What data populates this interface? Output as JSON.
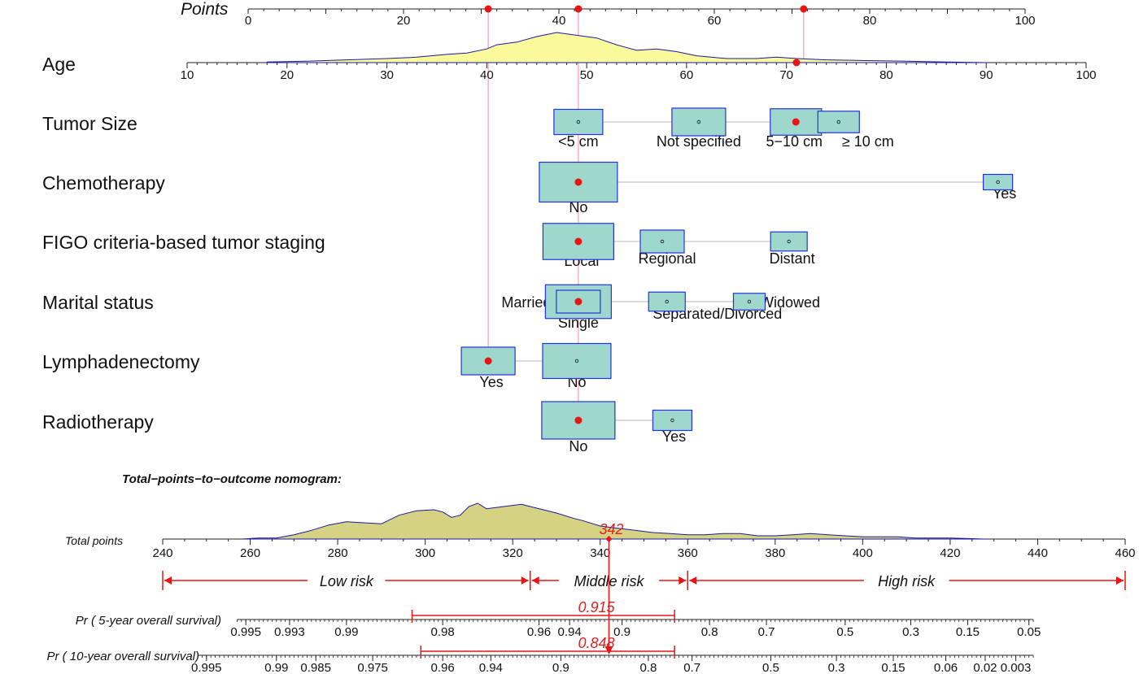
{
  "chart_data": {
    "type": "nomogram",
    "points_label": "Points",
    "points_axis": {
      "range": [
        0,
        100
      ],
      "ticks": [
        0,
        20,
        40,
        60,
        80,
        100
      ]
    },
    "variables": [
      {
        "name": "Age",
        "kind": "continuous",
        "axis_range": [
          10,
          100
        ],
        "ticks": [
          10,
          20,
          30,
          40,
          50,
          60,
          70,
          80,
          90,
          100
        ],
        "density": [
          [
            18,
            1
          ],
          [
            22,
            2
          ],
          [
            26,
            4
          ],
          [
            30,
            6
          ],
          [
            33,
            8
          ],
          [
            36,
            12
          ],
          [
            38,
            14
          ],
          [
            40,
            20
          ],
          [
            41,
            26
          ],
          [
            43,
            30
          ],
          [
            45,
            38
          ],
          [
            47,
            44
          ],
          [
            49,
            40
          ],
          [
            51,
            36
          ],
          [
            53,
            26
          ],
          [
            55,
            18
          ],
          [
            57,
            20
          ],
          [
            59,
            16
          ],
          [
            61,
            10
          ],
          [
            64,
            6
          ],
          [
            67,
            6
          ],
          [
            69,
            8
          ],
          [
            71,
            6
          ],
          [
            74,
            4
          ],
          [
            78,
            3
          ],
          [
            82,
            2
          ],
          [
            86,
            1
          ],
          [
            90,
            0
          ]
        ],
        "selected_value": 71
      },
      {
        "name": "Tumor Size",
        "kind": "categorical",
        "categories": [
          {
            "label": "<5 cm",
            "points": 42.5,
            "weight": 0.7
          },
          {
            "label": "Not specified",
            "points": 58,
            "weight": 0.8
          },
          {
            "label": "5−10 cm",
            "points": 70.5,
            "weight": 0.75
          },
          {
            "label": "≥ 10 cm",
            "points": 76,
            "weight": 0.55
          }
        ],
        "selected": "5−10 cm"
      },
      {
        "name": "Chemotherapy",
        "kind": "categorical",
        "categories": [
          {
            "label": "No",
            "points": 42.5,
            "weight": 1.3
          },
          {
            "label": "Yes",
            "points": 96.5,
            "weight": 0.3
          }
        ],
        "selected": "No"
      },
      {
        "name": "FIGO criteria-based tumor staging",
        "kind": "categorical",
        "categories": [
          {
            "label": "Local",
            "points": 42.5,
            "weight": 1.15
          },
          {
            "label": "Regional",
            "points": 53.3,
            "weight": 0.6
          },
          {
            "label": "Distant",
            "points": 69.6,
            "weight": 0.45
          }
        ],
        "selected": "Local"
      },
      {
        "name": "Marital status",
        "kind": "categorical",
        "categories": [
          {
            "label": "Married",
            "points": 42.5,
            "weight": 0.6
          },
          {
            "label": "Single",
            "points": 42.5,
            "weight": 1.05
          },
          {
            "label": "Separated/Divorced",
            "points": 53.9,
            "weight": 0.45
          },
          {
            "label": "Widowed",
            "points": 64.5,
            "weight": 0.35
          }
        ],
        "selected": "Married"
      },
      {
        "name": "Lymphadenectomy",
        "kind": "categorical",
        "categories": [
          {
            "label": "Yes",
            "points": 30.9,
            "weight": 0.8
          },
          {
            "label": "No",
            "points": 42.3,
            "weight": 1.1
          }
        ],
        "selected": "Yes"
      },
      {
        "name": "Radiotherapy",
        "kind": "categorical",
        "categories": [
          {
            "label": "No",
            "points": 42.5,
            "weight": 1.2
          },
          {
            "label": "Yes",
            "points": 54.6,
            "weight": 0.5
          }
        ],
        "selected": "No"
      }
    ],
    "selected_points": [
      30.9,
      42.5,
      71.5
    ],
    "subtitle": "Total−points−to−outcome nomogram:",
    "total_points": {
      "label": "Total points",
      "range": [
        240,
        460
      ],
      "ticks": [
        240,
        260,
        280,
        300,
        320,
        340,
        360,
        380,
        400,
        420,
        440,
        460
      ],
      "density": [
        [
          258,
          0
        ],
        [
          262,
          1
        ],
        [
          266,
          1
        ],
        [
          270,
          4
        ],
        [
          274,
          8
        ],
        [
          278,
          13
        ],
        [
          282,
          16
        ],
        [
          286,
          15
        ],
        [
          290,
          14
        ],
        [
          294,
          22
        ],
        [
          298,
          26
        ],
        [
          302,
          27
        ],
        [
          304,
          25
        ],
        [
          306,
          20
        ],
        [
          308,
          22
        ],
        [
          310,
          30
        ],
        [
          312,
          33
        ],
        [
          314,
          28
        ],
        [
          318,
          30
        ],
        [
          322,
          32
        ],
        [
          324,
          30
        ],
        [
          330,
          24
        ],
        [
          334,
          19
        ],
        [
          336,
          17
        ],
        [
          340,
          12
        ],
        [
          344,
          10
        ],
        [
          348,
          8
        ],
        [
          352,
          6
        ],
        [
          356,
          5
        ],
        [
          360,
          4
        ],
        [
          364,
          4
        ],
        [
          368,
          5
        ],
        [
          372,
          5
        ],
        [
          376,
          3
        ],
        [
          380,
          3
        ],
        [
          384,
          4
        ],
        [
          388,
          5
        ],
        [
          392,
          4
        ],
        [
          396,
          3
        ],
        [
          400,
          2
        ],
        [
          404,
          2
        ],
        [
          408,
          2
        ],
        [
          412,
          1
        ],
        [
          420,
          1
        ],
        [
          428,
          0
        ]
      ],
      "value": 342,
      "value_label": "342"
    },
    "risk_groups": [
      {
        "label": "Low risk",
        "from": 240,
        "to": 324
      },
      {
        "label": "Middle risk",
        "from": 324,
        "to": 360
      },
      {
        "label": "High risk",
        "from": 360,
        "to": 460
      }
    ],
    "survival_axes": [
      {
        "label": "Pr ( 5-year overall survival)",
        "tick_labels": [
          {
            "text": "0.995",
            "at": 259
          },
          {
            "text": "0.993",
            "at": 269
          },
          {
            "text": "0.99",
            "at": 282
          },
          {
            "text": "0.98",
            "at": 304
          },
          {
            "text": "0.96",
            "at": 326
          },
          {
            "text": "0.94",
            "at": 333
          },
          {
            "text": "0.9",
            "at": 345
          },
          {
            "text": "0.8",
            "at": 365
          },
          {
            "text": "0.7",
            "at": 378
          },
          {
            "text": "0.5",
            "at": 396
          },
          {
            "text": "0.3",
            "at": 411
          },
          {
            "text": "0.15",
            "at": 424
          },
          {
            "text": "0.05",
            "at": 438
          }
        ],
        "axis_extent": [
          257,
          439
        ],
        "interval": [
          297,
          357
        ],
        "value": 0.915,
        "value_label": "0.915"
      },
      {
        "label": "Pr ( 10-year overall survival)",
        "tick_labels": [
          {
            "text": "0.995",
            "at": 250
          },
          {
            "text": "0.99",
            "at": 266
          },
          {
            "text": "0.985",
            "at": 275
          },
          {
            "text": "0.975",
            "at": 288
          },
          {
            "text": "0.96",
            "at": 304
          },
          {
            "text": "0.94",
            "at": 315
          },
          {
            "text": "0.9",
            "at": 331
          },
          {
            "text": "0.8",
            "at": 351
          },
          {
            "text": "0.7",
            "at": 361
          },
          {
            "text": "0.5",
            "at": 379
          },
          {
            "text": "0.3",
            "at": 394
          },
          {
            "text": "0.15",
            "at": 407
          },
          {
            "text": "0.06",
            "at": 419
          },
          {
            "text": "0.02",
            "at": 428
          },
          {
            "text": "0.003",
            "at": 435
          }
        ],
        "axis_extent": [
          248,
          439
        ],
        "interval": [
          299,
          357
        ],
        "value": 0.848,
        "value_label": "0.848"
      }
    ],
    "colors": {
      "box_fill": "#9ed8cc",
      "box_stroke": "#2233dd",
      "density_fill_top": "#fafa9a",
      "density_fill_bottom": "#d6d283",
      "density_stroke": "#1a1aa0",
      "highlight": "#e81515",
      "guide_line": "#f5a6c0",
      "connector": "#c8c8c8"
    }
  }
}
